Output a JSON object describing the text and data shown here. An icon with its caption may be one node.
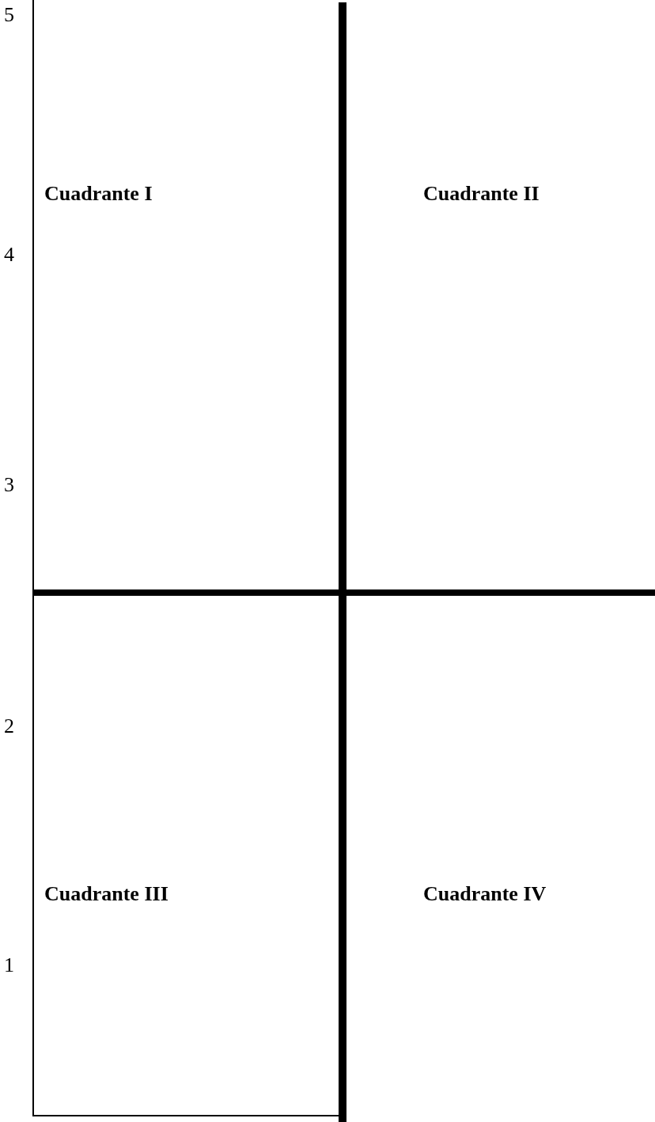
{
  "diagram": {
    "nodes": [
      {
        "text": [
          "Cuadrante I"
        ]
      },
      {
        "text": [
          "Cuadrante II"
        ]
      },
      {
        "text": [
          "Cuadrante III"
        ]
      },
      {
        "text": [
          "Cuadrante IV"
        ]
      }
    ],
    "labels": [
      "5",
      "4",
      "3",
      "2",
      "1"
    ]
  }
}
